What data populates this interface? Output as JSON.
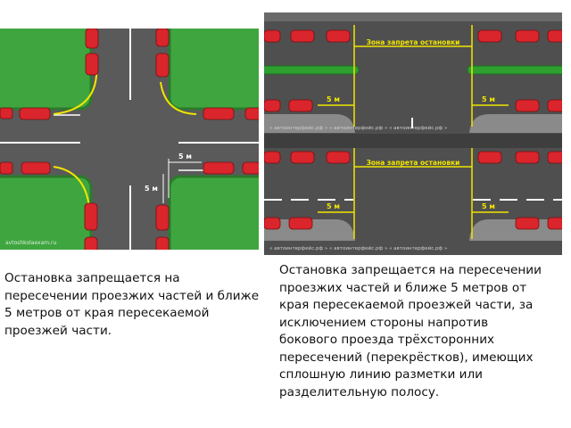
{
  "left_panel": {
    "distance_label_horizontal": "5 м",
    "distance_label_vertical": "5 м",
    "watermark": "avtoshkolaexam.ru"
  },
  "right_panel": {
    "zone_label_top": "Зона запрета остановки",
    "zone_label_bottom": "Зона запрета остановки",
    "distance_labels": [
      "5 м",
      "5 м",
      "5 м",
      "5 м"
    ],
    "watermark": "« автоинтерфейс.рф » « автоинтерфейс.рф » « автоинтерфейс.рф »"
  },
  "captions": {
    "left": "Остановка запрещается на пересечении проезжих частей и ближе 5  метров от края пересекаемой проезжей части.",
    "right": "Остановка запрещается на пересечении проезжих частей и ближе 5  метров от края пересекаемой проезжей части, за исключением стороны напротив бокового проезда трёхсторонних пересечений (перекрёстков), имеющих сплошную линию разметки или разделительную полосу."
  },
  "colors": {
    "asphalt": "#5a5a5a",
    "grass": "#3fa63f",
    "car": "#d9252b",
    "measure": "#f2e600",
    "separator": "#2fa030"
  }
}
